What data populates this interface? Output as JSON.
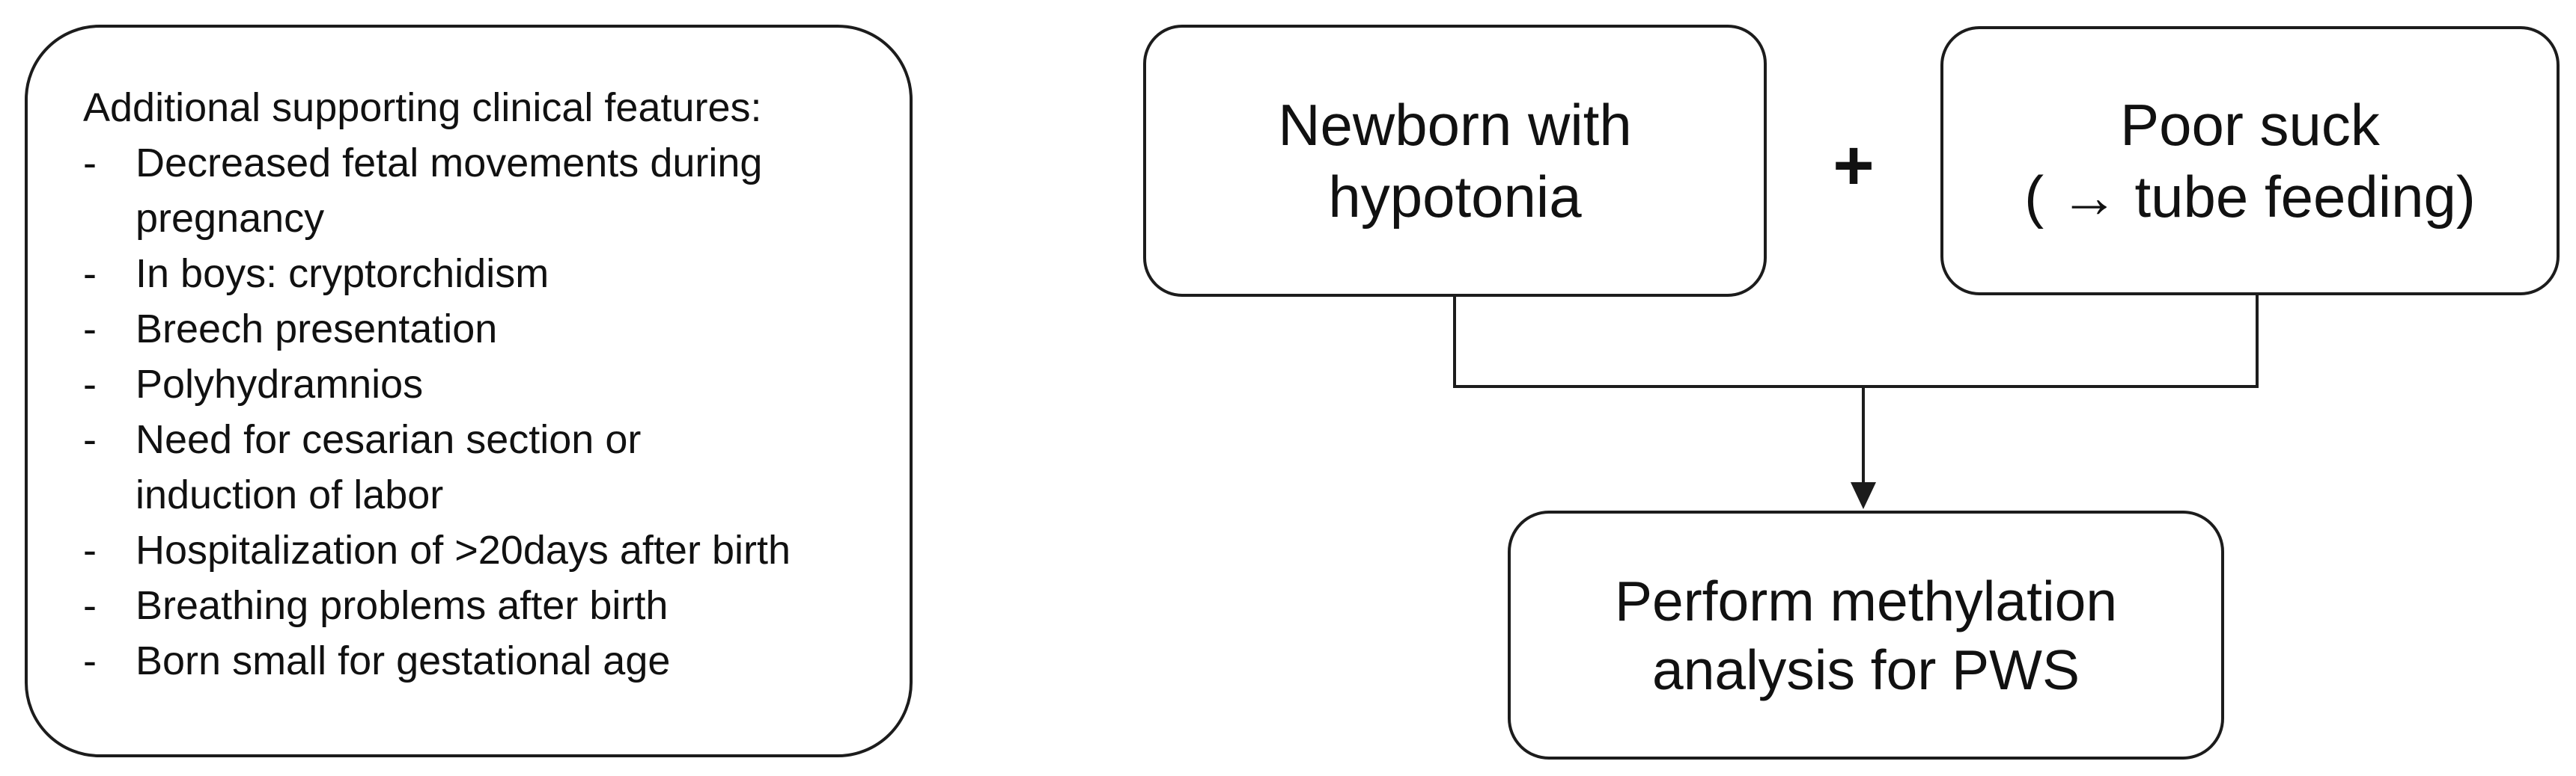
{
  "diagram": {
    "colors": {
      "line": "#1c1c1c",
      "background": "#ffffff",
      "text": "#111111"
    },
    "supporting_box": {
      "title": "Additional supporting clinical features:",
      "bullet_marker": "-",
      "items": [
        "Decreased fetal movements during\npregnancy",
        "In boys: cryptorchidism",
        "Breech presentation",
        "Polyhydramnios",
        "Need for cesarian section or\ninduction of labor",
        "Hospitalization of >20days after birth",
        "Breathing problems after birth",
        "Born small for gestational age"
      ]
    },
    "newborn_box": {
      "label": "Newborn with\nhypotonia"
    },
    "plus_sign": "+",
    "poor_suck_box": {
      "label": "Poor suck\n( → tube feeding)"
    },
    "outcome_box": {
      "label": "Perform methylation\nanalysis for PWS"
    }
  }
}
